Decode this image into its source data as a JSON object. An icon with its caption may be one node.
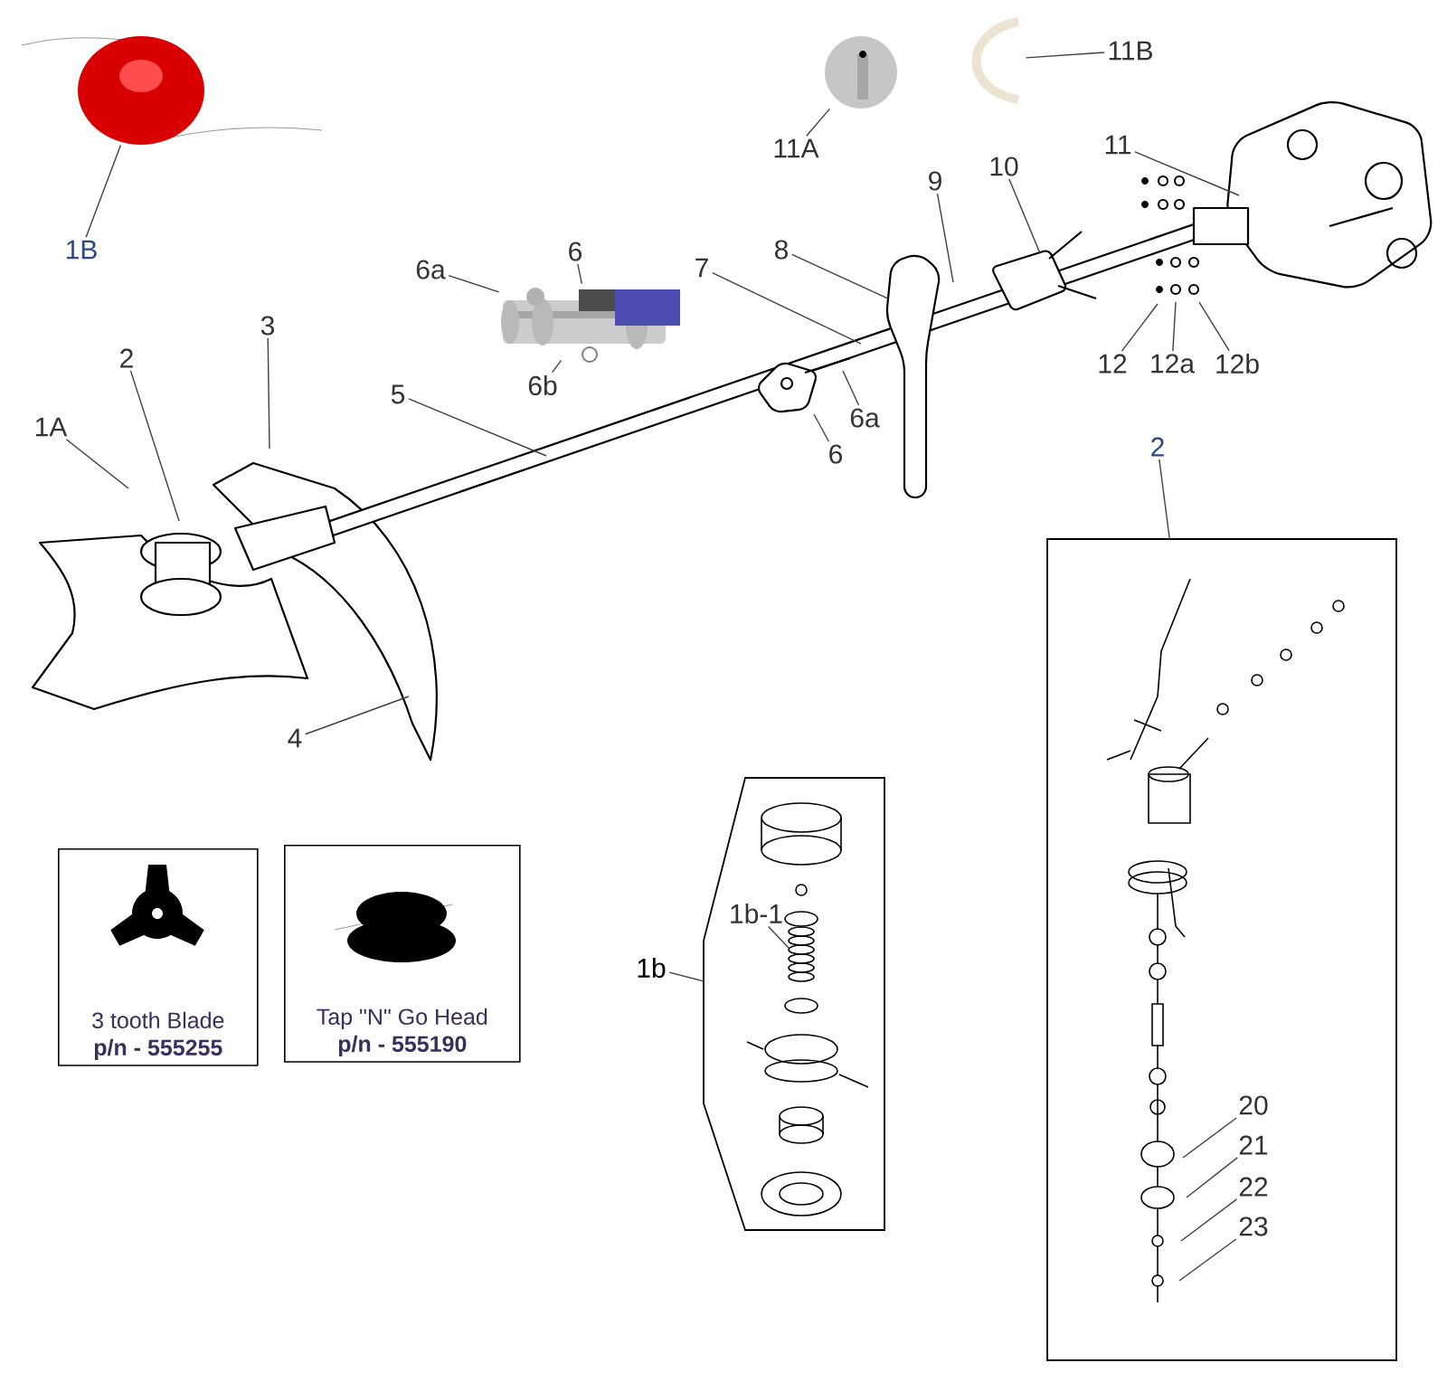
{
  "diagram": {
    "nodes": [
      {
        "text": [
          "1B"
        ]
      },
      {
        "text": [
          "6a"
        ]
      },
      {
        "text": [
          "6"
        ]
      },
      {
        "text": [
          "6b"
        ]
      },
      {
        "text": [
          "11A"
        ]
      },
      {
        "text": [
          "11B"
        ]
      },
      {
        "text": [
          "11"
        ]
      },
      {
        "text": [
          "9"
        ]
      },
      {
        "text": [
          "10"
        ]
      },
      {
        "text": [
          "8"
        ]
      },
      {
        "text": [
          "7"
        ]
      },
      {
        "text": [
          "3"
        ]
      },
      {
        "text": [
          "2"
        ]
      },
      {
        "text": [
          "5"
        ]
      },
      {
        "text": [
          "1A"
        ]
      },
      {
        "text": [
          "12"
        ]
      },
      {
        "text": [
          "12a"
        ]
      },
      {
        "text": [
          "12b"
        ]
      },
      {
        "text": [
          "6a"
        ]
      },
      {
        "text": [
          "6"
        ]
      },
      {
        "text": [
          "4"
        ]
      },
      {
        "text": [
          "3 tooth Blade",
          "p/n - 555255"
        ]
      },
      {
        "text": [
          "Tap \"N\" Go Head",
          "p/n - 555190"
        ]
      },
      {
        "text": [
          "1b"
        ]
      },
      {
        "text": [],
        "shape": "box"
      },
      {
        "text": [
          "1b-1"
        ],
        "in": 24
      },
      {
        "text": [
          "2"
        ]
      },
      {
        "text": [],
        "shape": "box"
      },
      {
        "text": [
          "20"
        ],
        "in": 27
      },
      {
        "text": [
          "21"
        ],
        "in": 27
      },
      {
        "text": [
          "22"
        ],
        "in": 27
      },
      {
        "text": [
          "23"
        ],
        "in": 27
      },
      {
        "text": [],
        "shape": "picture"
      },
      {
        "text": [],
        "shape": "picture"
      },
      {
        "text": [],
        "shape": "picture"
      },
      {
        "text": [],
        "shape": "picture"
      }
    ],
    "edges": [
      {
        "from": 0,
        "to": 32,
        "arrow": "none"
      },
      {
        "from": 1,
        "to": 35,
        "arrow": "none"
      },
      {
        "from": 2,
        "to": 35,
        "arrow": "none"
      },
      {
        "from": 3,
        "to": 35,
        "arrow": "none"
      },
      {
        "from": 4,
        "to": 33,
        "arrow": "none"
      },
      {
        "from": 5,
        "to": 34,
        "arrow": "none"
      },
      {
        "from": 6,
        "to": null,
        "arrow": "none"
      },
      {
        "from": 7,
        "to": null,
        "arrow": "none"
      },
      {
        "from": 8,
        "to": null,
        "arrow": "none"
      },
      {
        "from": 9,
        "to": null,
        "arrow": "none"
      },
      {
        "from": 10,
        "to": null,
        "arrow": "none"
      },
      {
        "from": 11,
        "to": null,
        "arrow": "none"
      },
      {
        "from": 12,
        "to": null,
        "arrow": "none"
      },
      {
        "from": 13,
        "to": null,
        "arrow": "none"
      },
      {
        "from": 14,
        "to": null,
        "arrow": "none"
      },
      {
        "from": 15,
        "to": null,
        "arrow": "none"
      },
      {
        "from": 16,
        "to": null,
        "arrow": "none"
      },
      {
        "from": 17,
        "to": null,
        "arrow": "none"
      },
      {
        "from": 18,
        "to": null,
        "arrow": "none"
      },
      {
        "from": 19,
        "to": null,
        "arrow": "none"
      },
      {
        "from": 20,
        "to": null,
        "arrow": "none"
      },
      {
        "from": 23,
        "to": 24,
        "arrow": "none"
      },
      {
        "from": 25,
        "to": null,
        "arrow": "none"
      },
      {
        "from": 26,
        "to": 27,
        "arrow": "none"
      },
      {
        "from": 28,
        "to": null,
        "arrow": "none"
      },
      {
        "from": 29,
        "to": null,
        "arrow": "none"
      },
      {
        "from": 30,
        "to": null,
        "arrow": "none"
      },
      {
        "from": 31,
        "to": null,
        "arrow": "none"
      }
    ]
  }
}
